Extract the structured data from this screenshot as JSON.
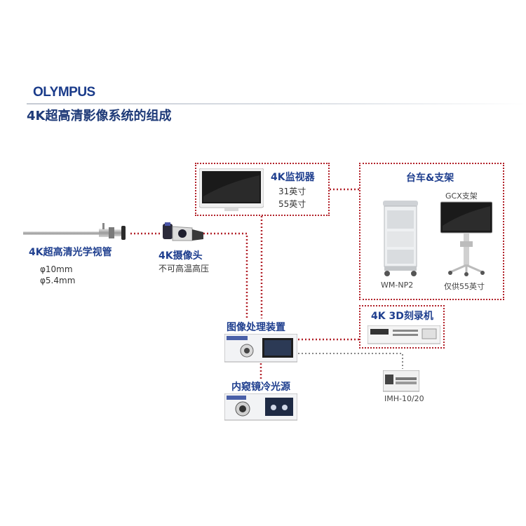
{
  "header": {
    "logo": "OLYMPUS",
    "title": "4K超高清影像系统的组成"
  },
  "scope": {
    "name": "4K超高清光学视管",
    "spec1": "φ10mm",
    "spec2": "φ5.4mm"
  },
  "camera": {
    "name": "4K摄像头",
    "note": "不可高温高压"
  },
  "monitor": {
    "name": "4K监视器",
    "size1": "31英寸",
    "size2": "55英寸"
  },
  "cart": {
    "title": "台车&支架",
    "stand_label": "GCX支架",
    "cart_label": "WM-NP2",
    "stand_note": "仅供55英寸"
  },
  "processor": {
    "name": "图像处理装置"
  },
  "recorder": {
    "name": "4K 3D刻录机"
  },
  "lightsource": {
    "name": "内窥镜冷光源"
  },
  "imh": {
    "label": "IMH-10/20"
  },
  "colors": {
    "accent_blue": "#1f3f8f",
    "connector_red": "#b2222a",
    "connector_gray": "#888888"
  }
}
